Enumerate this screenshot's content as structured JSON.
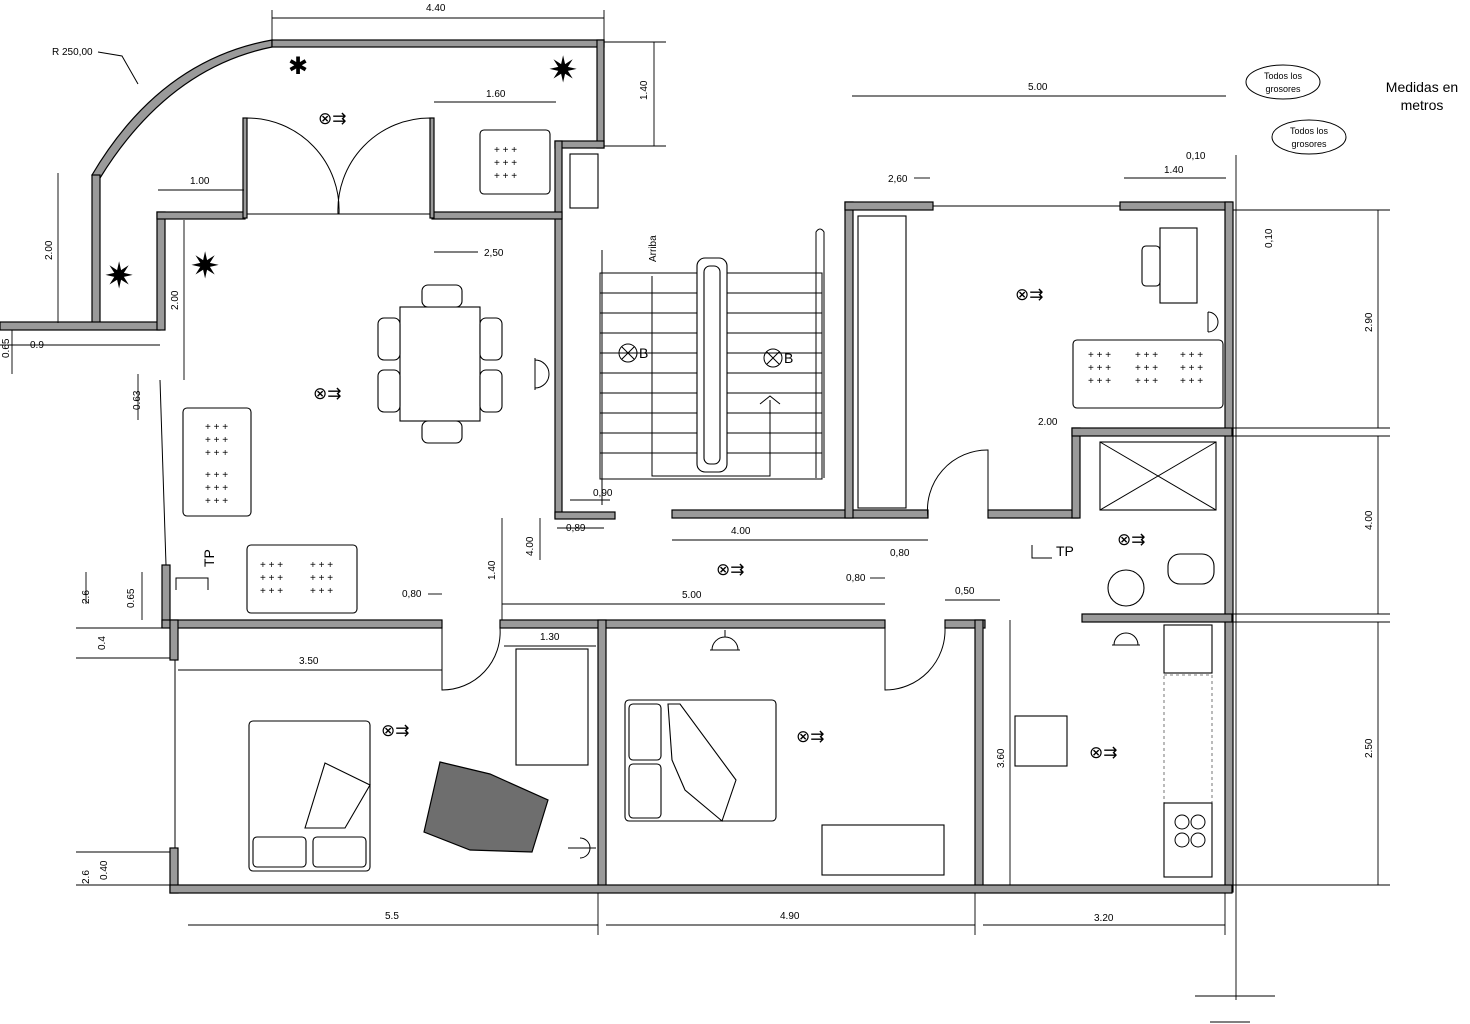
{
  "title": {
    "line1": "Medidas en",
    "line2": "metros"
  },
  "notes": {
    "thickness_1": "Todos los",
    "thickness_2": "grosores"
  },
  "labels": {
    "arriba": "Arriba",
    "tp": "TP",
    "b": "B",
    "radius": "R 250,00"
  },
  "dims": {
    "top_4_40": "4.40",
    "top_1_40": "1.40",
    "top_1_60": "1.60",
    "top_1_00": "1.00",
    "top_2_50": "2,50",
    "left_2_00a": "2.00",
    "left_2_00b": "2.00",
    "left_0_65": "0.65",
    "left_0_9": "0.9",
    "left_0_63": "0.63",
    "right_5_00": "5.00",
    "right_0_10a": "0,10",
    "right_0_10b": "0,10",
    "right_1_40": "1.40",
    "right_2_60": "2,60",
    "right_2_90": "2.90",
    "right_2_00": "2.00",
    "right_4_00": "4.00",
    "right_2_50": "2.50",
    "stair_0_90": "0,90",
    "stair_0_89": "0,89",
    "stair_4_00": "4.00",
    "stair_0_80": "0,80",
    "stair_4_00v": "4.00",
    "mid_1_40": "1.40",
    "mid_5_00": "5.00",
    "mid_0_80a": "0,80",
    "mid_0_80b": "0,80",
    "mid_0_50": "0,50",
    "low_2_6a": "2.6",
    "low_0_65": "0.65",
    "low_0_4": "0.4",
    "low_3_50": "3.50",
    "low_1_30": "1.30",
    "low_3_60": "3.60",
    "low_2_6b": "2.6",
    "low_0_40": "0.40",
    "bot_5_5": "5.5",
    "bot_4_90": "4.90",
    "bot_3_20": "3.20"
  }
}
